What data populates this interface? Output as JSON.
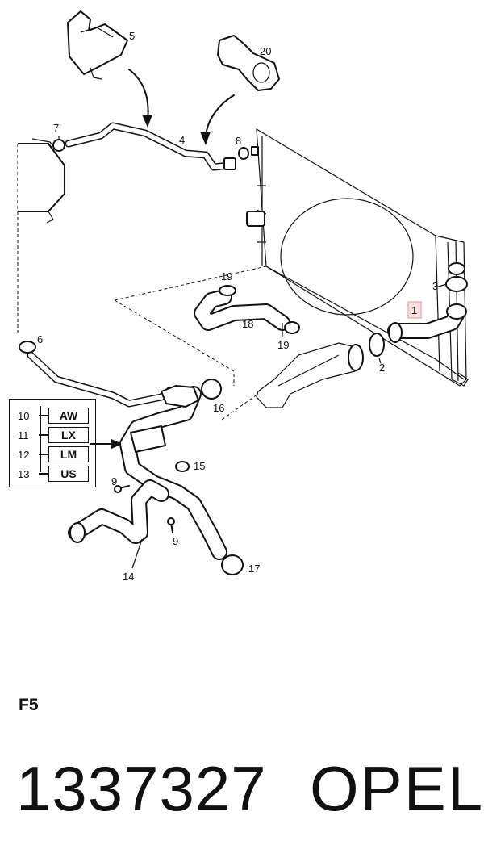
{
  "callouts": {
    "c1": "1",
    "c2": "2",
    "c3": "3",
    "c4": "4",
    "c5": "5",
    "c6": "6",
    "c7": "7",
    "c8": "8",
    "c9a": "9",
    "c9b": "9",
    "c14": "14",
    "c15": "15",
    "c16": "16",
    "c17": "17",
    "c18": "18",
    "c19a": "19",
    "c19b": "19",
    "c20": "20"
  },
  "variants": [
    {
      "number": "10",
      "code": "AW"
    },
    {
      "number": "11",
      "code": "LX"
    },
    {
      "number": "12",
      "code": "LM"
    },
    {
      "number": "13",
      "code": "US"
    }
  ],
  "highlight_color": "#e8a0a8",
  "page_code": "F5",
  "part_number": "1337327",
  "brand": "OPEL"
}
